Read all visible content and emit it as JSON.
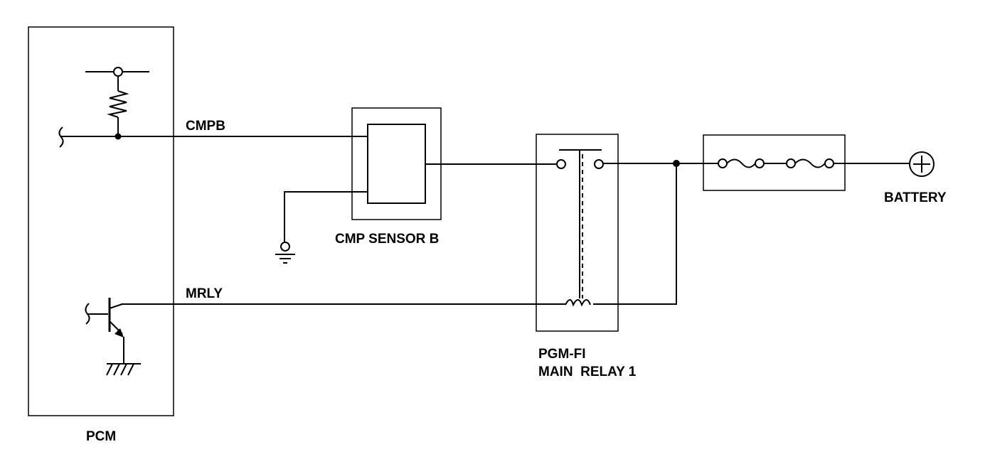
{
  "labels": {
    "pcm": "PCM",
    "cmpb": "CMPB",
    "mrly": "MRLY",
    "cmp_sensor": "CMP SENSOR B",
    "relay_line1": "PGM-FI",
    "relay_line2": "MAIN  RELAY 1",
    "battery": "BATTERY"
  },
  "colors": {
    "ink": "#000000",
    "background": "#ffffff"
  },
  "icons": {
    "battery": "battery-plus-icon",
    "fuse": "fuse-icon",
    "ground": "ground-icon",
    "resistor": "resistor-icon",
    "transistor": "transistor-icon",
    "relay_coil": "relay-coil-icon",
    "relay_switch": "relay-switch-icon"
  }
}
